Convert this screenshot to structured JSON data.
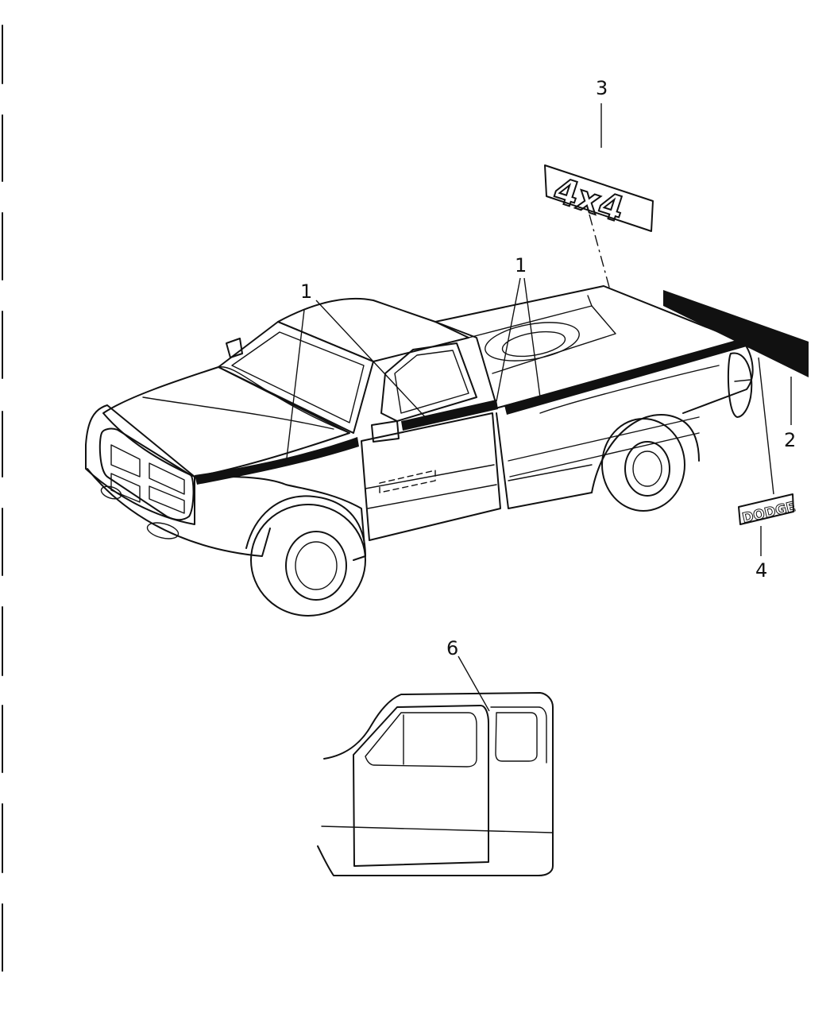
{
  "callouts": {
    "item_1": "1",
    "item_2": "2",
    "item_3": "3",
    "item_4": "4",
    "item_6": "6"
  },
  "decals": {
    "emblem_4x4": "4x4",
    "nameplate": "DODGE"
  },
  "colors": {
    "line": "#111111",
    "stripe": "#111111",
    "background": "#ffffff"
  }
}
